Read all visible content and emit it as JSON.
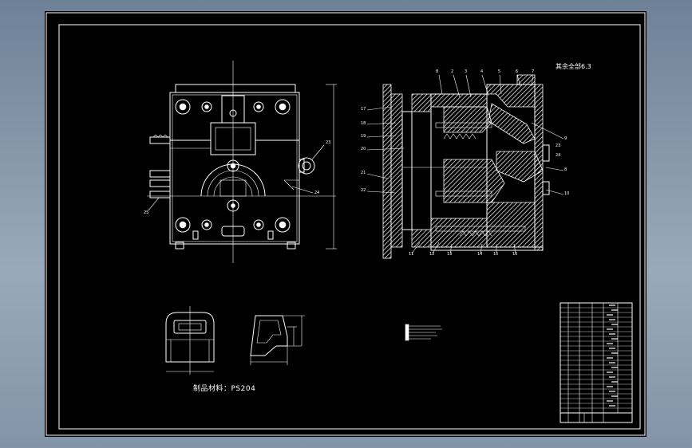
{
  "drawing": {
    "surface_roughness_note": "其余全部6.3",
    "material_note": "制品材料：PS204",
    "callouts_section": [
      "8",
      "2",
      "3",
      "4",
      "5",
      "6",
      "7",
      "9",
      "8",
      "10",
      "11",
      "12",
      "13",
      "14",
      "15",
      "16",
      "17",
      "18",
      "19",
      "20",
      "21",
      "22",
      "23",
      "24"
    ],
    "callouts_plan": [
      "23",
      "24",
      "25"
    ]
  },
  "colors": {
    "sheet_bg": "#000000",
    "line": "#ffffff",
    "frame_bg": "#8a9bb0"
  }
}
